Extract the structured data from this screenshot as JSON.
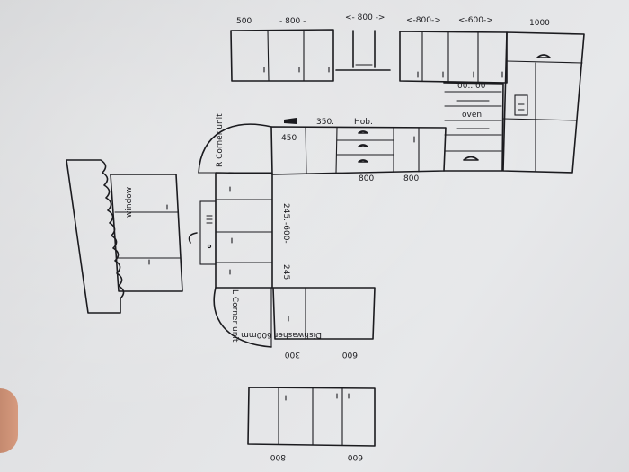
{
  "labels": {
    "dim_500": "500",
    "dim_800_top": "- 800 -",
    "dim_800_hood": "<- 800 ->",
    "dim_800_right": "<-800->",
    "dim_600_right": "<-600->",
    "dim_1000": "1000",
    "dim_450": "450",
    "dim_350": "350.",
    "hob": "Hob.",
    "dim_800_under_hob": "800",
    "dim_800_under_right": "800",
    "oven": "oven",
    "oven_dial": "00.. 00",
    "r_corner_unit": "R Corner unit",
    "l_corner_unit": "L Corner unit",
    "dim_245_top": "245.",
    "dim_600_left": "-600-",
    "dim_245_bottom": "245.",
    "window": "window",
    "dishwasher": "Dishwasher 600mm",
    "dim_600_300": "600 . 300",
    "dim_600_under_dishwasher": "600",
    "dim_300_under_dishwasher": "300",
    "dim_800_bottom": "800",
    "dim_600_bottom": "600"
  },
  "colors": {
    "ink": "#1b1b1f",
    "paper": "#e3e4e6",
    "thumb": "#c48a6e"
  }
}
